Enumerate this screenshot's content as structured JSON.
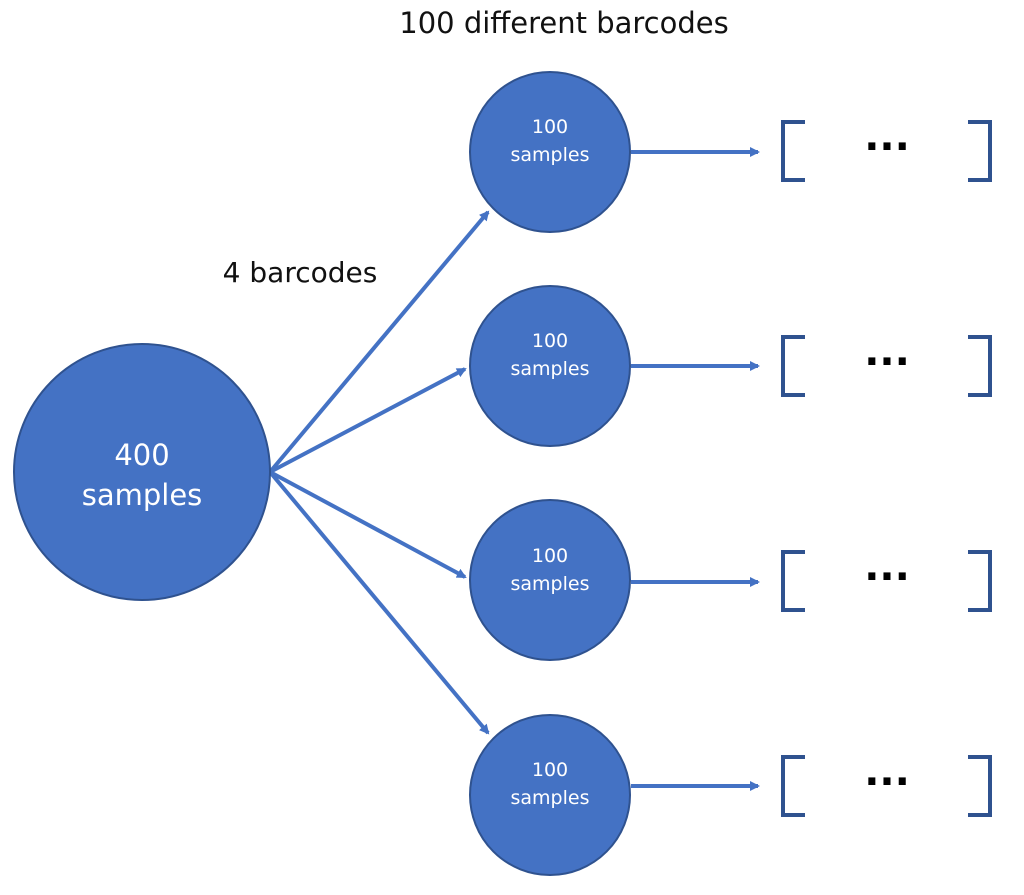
{
  "labels": {
    "top_heading": "100 different barcodes",
    "branch_label": "4 barcodes"
  },
  "source_node": {
    "line1": "400",
    "line2": "samples"
  },
  "child_nodes": [
    {
      "line1": "100",
      "line2": "samples",
      "ellipsis": "···"
    },
    {
      "line1": "100",
      "line2": "samples",
      "ellipsis": "···"
    },
    {
      "line1": "100",
      "line2": "samples",
      "ellipsis": "···"
    },
    {
      "line1": "100",
      "line2": "samples",
      "ellipsis": "···"
    }
  ],
  "colors": {
    "node_fill": "#4472C4",
    "node_stroke": "#2F528F",
    "arrow": "#4472C4",
    "bracket": "#2F528F"
  }
}
